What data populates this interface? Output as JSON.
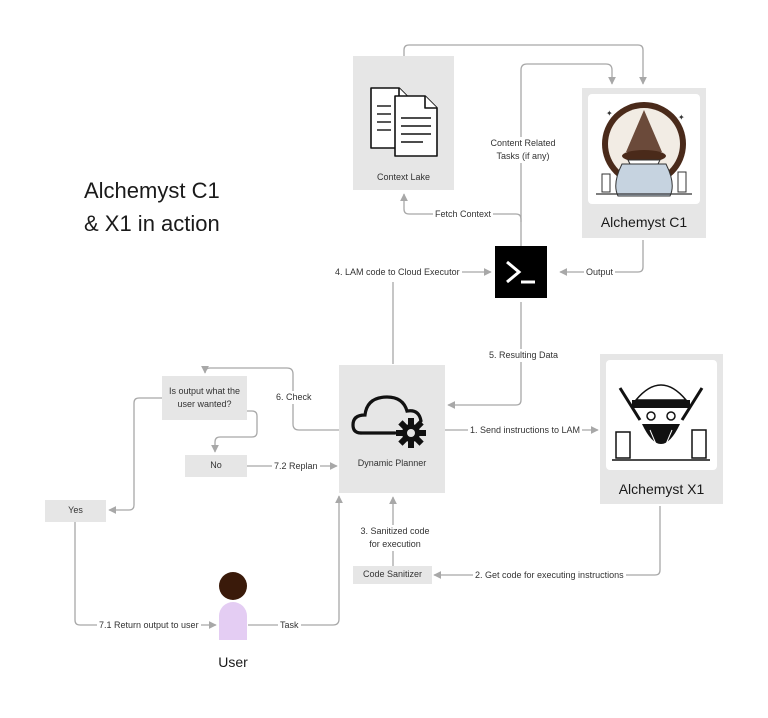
{
  "title": {
    "line1": "Alchemyst C1",
    "line2": "& X1 in action"
  },
  "nodes": {
    "context_lake": "Context Lake",
    "alchemyst_c1": "Alchemyst C1",
    "alchemyst_x1": "Alchemyst X1",
    "dynamic_planner": "Dynamic Planner",
    "code_sanitizer": "Code Sanitizer",
    "decision": "Is output what the user wanted?",
    "no": "No",
    "yes": "Yes",
    "user": "User"
  },
  "edges": {
    "content_related": "Content Related Tasks (if any)",
    "fetch_context": "Fetch Context",
    "output": "Output",
    "lam_to_cloud": "4. LAM code to Cloud Executor",
    "resulting_data": "5. Resulting Data",
    "send_instructions": "1. Send instructions to LAM",
    "check": "6. Check",
    "replan": "7.2 Replan",
    "sanitized": "3. Sanitized code for execution",
    "get_code": "2. Get code for executing instructions",
    "return_output": "7.1 Return output to user",
    "task": "Task"
  },
  "colors": {
    "box": "#e6e6e6",
    "line": "#a8a8a8",
    "terminal": "#000000",
    "user_head": "#3a1a0a",
    "user_body": "#e4cdf3"
  },
  "icons": [
    "document-icon",
    "terminal-icon",
    "cloud-gear-icon",
    "wizard-illustration",
    "craftsman-illustration",
    "user-icon"
  ]
}
